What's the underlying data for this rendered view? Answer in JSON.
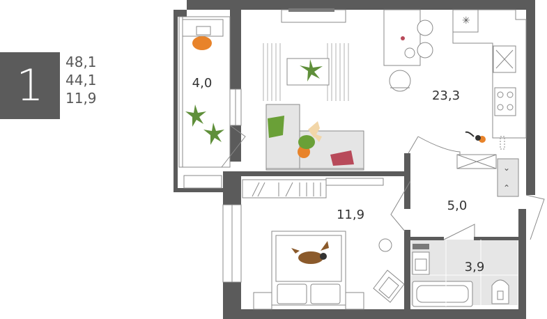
{
  "apartment": {
    "rooms_count": "1",
    "total_area": "48,1",
    "living_area_with_balcony": "44,1",
    "bedroom_area": "11,9"
  },
  "rooms": {
    "balcony": "4,0",
    "living_kitchen": "23,3",
    "bedroom": "11,9",
    "hall": "5,0",
    "bathroom": "3,9"
  },
  "colors": {
    "wall": "#5b5b5b",
    "line": "#8a8a8a",
    "plant": "#5f8f3a",
    "pillow_green": "#6aa037",
    "pillow_red": "#b84a5a",
    "orange": "#e8832a"
  },
  "icons": [
    "plant-icon",
    "dog-icon",
    "person-icon",
    "bed-icon",
    "sofa-icon",
    "bathtub-icon",
    "toilet-icon",
    "stove-icon",
    "armchair-icon"
  ]
}
